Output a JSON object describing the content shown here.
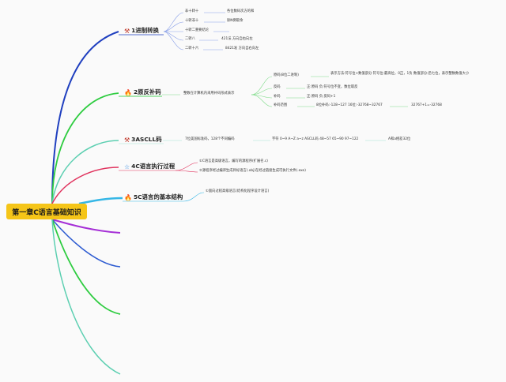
{
  "root": "第一章C语言基础知识",
  "branches": [
    {
      "label": "1进制转换",
      "icon": "tools-icon",
      "glyph": "⚒",
      "icon_color": "#c0392b",
      "children": [
        {
          "label": "非十转十",
          "detail": "各位数码次方的和"
        },
        {
          "label": "十转非十",
          "detail": "除N倒取余"
        },
        {
          "label": "十转二重要结论",
          "detail": ""
        },
        {
          "label": "二转八",
          "detail": "421法 方向自右向左"
        },
        {
          "label": "二转十六",
          "detail": "8421发 方向自右向左"
        }
      ]
    },
    {
      "label": "2原反补码",
      "icon": "fire-icon",
      "glyph": "🔥",
      "icon_color": "#e74c3c",
      "summary": "整数在计算机内采用补码形式表示",
      "children": [
        {
          "label": "原码(8位二进制)",
          "detail": "表示方法:符号位+数值部分 符号位:最高位，0正，1负 数值部分:后七位，表示整数数值大小"
        },
        {
          "label": "反码",
          "detail": "正:原码 负:符号位不变，数位取反"
        },
        {
          "label": "补码",
          "detail": "正:原码 负:反码+1"
        },
        {
          "label": "补码范围",
          "detail": "8位补码:-128~127 16位:-32768~32767",
          "extra": "32767+1=-32768"
        }
      ]
    },
    {
      "label": "3ASCLL码",
      "icon": "tools-icon",
      "glyph": "⚒",
      "icon_color": "#c0392b",
      "summary": "7位美国标准码，128个不同编码",
      "children": [
        {
          "label": "字符 0~9 A~Z a~z ASCLL码 48~57 65~90 97~122",
          "detail": "A和a相差32位"
        }
      ]
    },
    {
      "label": "4C语言执行过程",
      "icon": "star-icon",
      "glyph": "☆",
      "icon_color": "#2e86de",
      "children": [
        {
          "label": "①C语言是高级语言，编写的源程序(扩展名.c)",
          "detail": ""
        },
        {
          "label": "②源程序经过编译生成目标语言(.obj)在经过链接生成可执行文件(.exe)",
          "detail": ""
        }
      ]
    },
    {
      "label": "5C语言的基本结构",
      "icon": "fire-icon",
      "glyph": "🔥",
      "icon_color": "#e74c3c",
      "children": [
        {
          "label": "①面向过程高级语言(结构化程序设计语言)",
          "detail": ""
        }
      ]
    }
  ],
  "colors": {
    "root_bg": "#f5c518",
    "branch1": "#1f3fbf",
    "branch2": "#2ecc40",
    "branch3": "#5ccfb1",
    "branch4": "#e0325d",
    "branch5": "#36b7e6",
    "empty_branches": [
      "#a52fd6",
      "#2d5bd1",
      "#2ecc40",
      "#5ccfb1"
    ]
  }
}
